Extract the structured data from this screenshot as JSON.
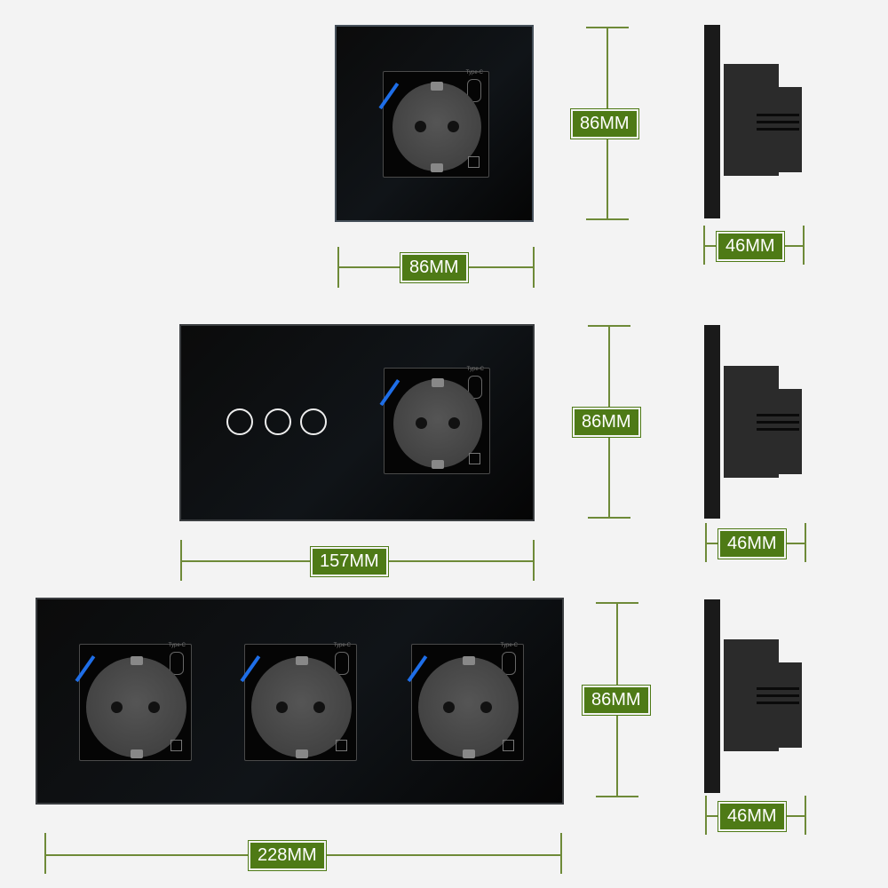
{
  "dimensions": {
    "row1_height": "86MM",
    "row1_width": "86MM",
    "row1_depth": "46MM",
    "row2_height": "86MM",
    "row2_width": "157MM",
    "row2_depth": "46MM",
    "row3_height": "86MM",
    "row3_width": "228MM",
    "row3_depth": "46MM"
  },
  "socket": {
    "usbc_label": "Type-C"
  },
  "colors": {
    "dimension_line": "#6e8a38",
    "label_bg": "#4e7a16",
    "panel": "#0b0b0b",
    "usb_accent": "#1e6ee8"
  }
}
